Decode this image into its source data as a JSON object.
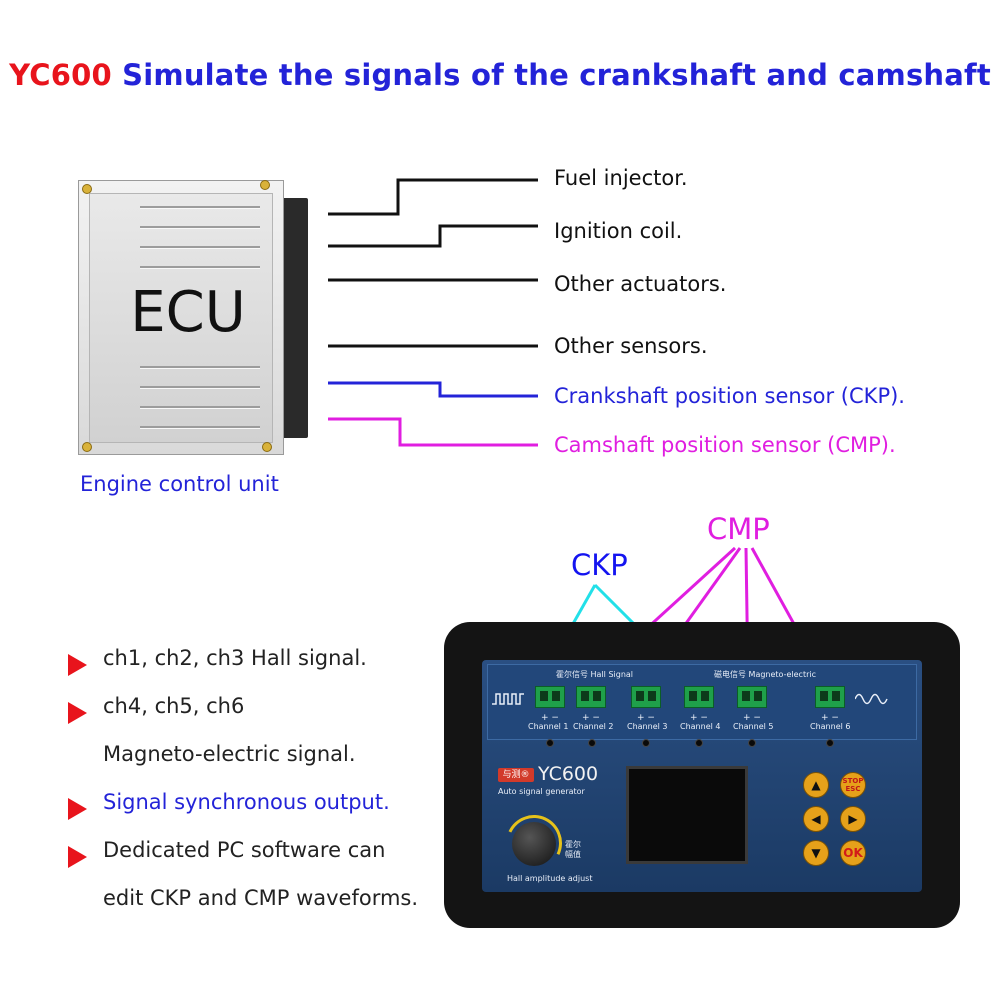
{
  "title": {
    "brand": "YC600",
    "rest": " Simulate the signals of the crankshaft and camshaft"
  },
  "ecu": {
    "label": "ECU",
    "caption": "Engine control unit"
  },
  "signals": [
    {
      "label": "Fuel injector.",
      "color": "#111111"
    },
    {
      "label": "Ignition coil.",
      "color": "#111111"
    },
    {
      "label": "Other actuators.",
      "color": "#111111"
    },
    {
      "label": "Other sensors.",
      "color": "#111111"
    },
    {
      "label": "Crankshaft position sensor (CKP).",
      "color": "#2323d8"
    },
    {
      "label": "Camshaft position sensor (CMP).",
      "color": "#e01ee0"
    }
  ],
  "callouts": {
    "ckp": "CKP",
    "cmp": "CMP"
  },
  "features": [
    {
      "text": "ch1, ch2, ch3 Hall signal."
    },
    {
      "text": "ch4, ch5, ch6"
    },
    {
      "text": "Magneto-electric signal."
    },
    {
      "text": "Signal synchronous output."
    },
    {
      "text": "Dedicated PC software can"
    },
    {
      "text": "edit CKP and CMP waveforms."
    }
  ],
  "device": {
    "hall_header": "霍尔信号 Hall Signal",
    "magneto_header": "磁电信号 Magneto-electric",
    "channels": [
      "Channel 1",
      "Channel 2",
      "Channel 3",
      "Channel 4",
      "Channel 5",
      "Channel 6"
    ],
    "pm": "+ −",
    "logo": "与测®",
    "model": "YC600",
    "subtitle": "Auto signal generator",
    "knob_label": "Hall amplitude adjust",
    "knob_cn": "霍尔\n幅值",
    "buttons": {
      "up": "▲",
      "left": "◀",
      "right": "▶",
      "down": "▼",
      "stop": "STOP ESC",
      "ok": "OK"
    }
  },
  "colors": {
    "brand_red": "#e8141c",
    "blue": "#2323d8",
    "magenta": "#e01ee0",
    "ckp_cyan": "#22e0e8"
  }
}
